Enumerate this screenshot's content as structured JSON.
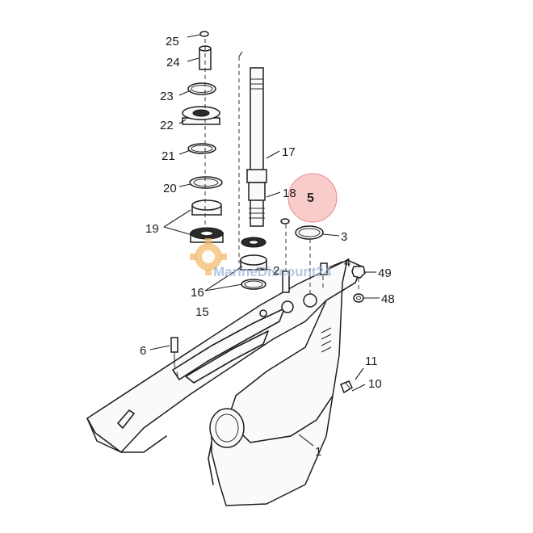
{
  "labels": {
    "p1": "1",
    "p2": "2",
    "p3": "3",
    "p4": "4",
    "p5": "5",
    "p6": "6",
    "p10": "10",
    "p11": "11",
    "p15": "15",
    "p16": "16",
    "p17": "17",
    "p18": "18",
    "p19": "19",
    "p20": "20",
    "p21": "21",
    "p22": "22",
    "p23": "23",
    "p24": "24",
    "p25": "25",
    "p48": "48",
    "p49": "49"
  },
  "watermark": "MarineDiscount24",
  "colors": {
    "highlight_circle": "#f4a3a3",
    "watermark_gear": "#f2b866",
    "watermark_text": "#9bb3d6",
    "ink": "#1e1e1e"
  },
  "icons": {
    "watermark": "gear-icon"
  }
}
